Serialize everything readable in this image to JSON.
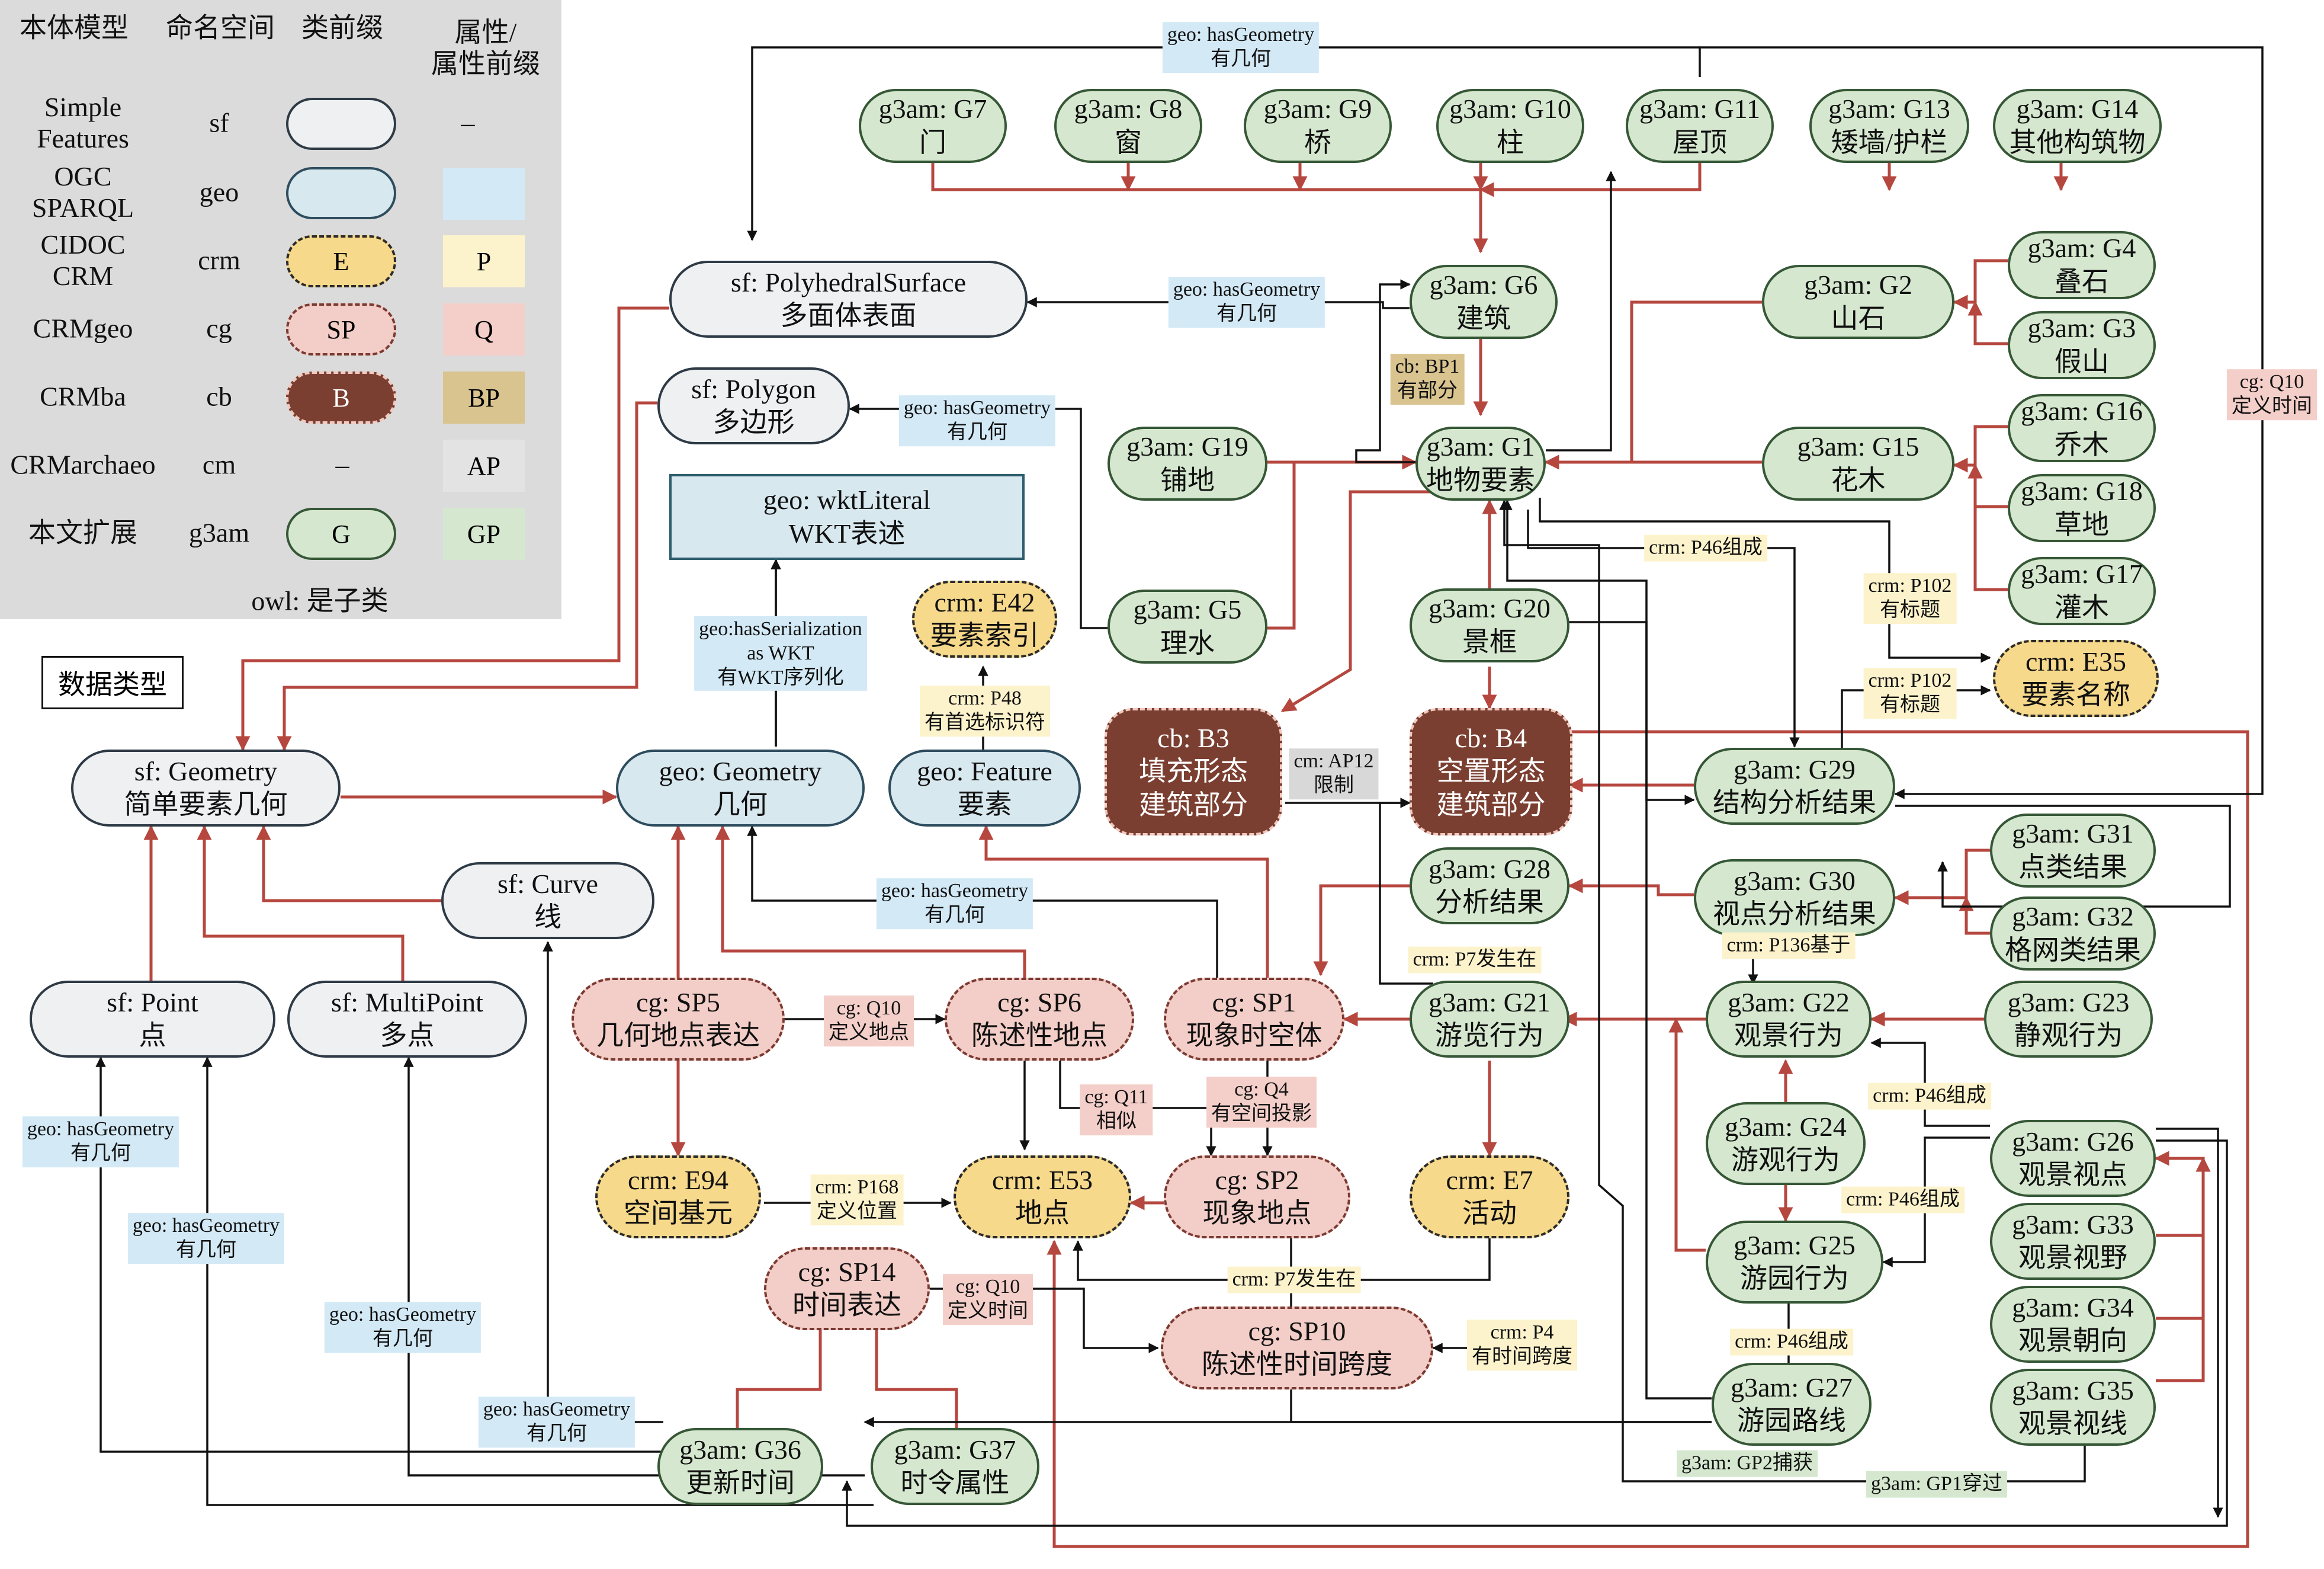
{
  "colors": {
    "subclass": "#b5473f",
    "link": "#111111",
    "sf_fill": "#eef0f2",
    "geo_fill": "#d8e8ef",
    "crm_fill": "#f7d98c",
    "cg_fill": "#f3cdc7",
    "g3am_fill": "#d5e8cf",
    "cb_fill": "#7b3f31"
  },
  "legend": {
    "headers": [
      "本体模型",
      "命名空间",
      "类前缀",
      "属性/\n属性前缀"
    ],
    "rows": [
      {
        "model": "Simple\nFeatures",
        "ns": "sf",
        "cls": "",
        "prop": "–"
      },
      {
        "model": "OGC\nSPARQL",
        "ns": "geo",
        "cls": "",
        "prop": ""
      },
      {
        "model": "CIDOC\nCRM",
        "ns": "crm",
        "cls": "E",
        "prop": "P"
      },
      {
        "model": "CRMgeo",
        "ns": "cg",
        "cls": "SP",
        "prop": "Q"
      },
      {
        "model": "CRMba",
        "ns": "cb",
        "cls": "B",
        "prop": "BP"
      },
      {
        "model": "CRMarchaeo",
        "ns": "cm",
        "cls": "–",
        "prop": "AP"
      },
      {
        "model": "本文扩展",
        "ns": "g3am",
        "cls": "G",
        "prop": "GP"
      }
    ],
    "arrow_label": "owl: 是子类"
  },
  "datatype_label": "数据类型",
  "nodes": {
    "G7": {
      "l1": "g3am: G7",
      "l2": "门"
    },
    "G8": {
      "l1": "g3am: G8",
      "l2": "窗"
    },
    "G9": {
      "l1": "g3am: G9",
      "l2": "桥"
    },
    "G10": {
      "l1": "g3am: G10",
      "l2": "柱"
    },
    "G11": {
      "l1": "g3am: G11",
      "l2": "屋顶"
    },
    "G13": {
      "l1": "g3am: G13",
      "l2": "矮墙/护栏"
    },
    "G14": {
      "l1": "g3am: G14",
      "l2": "其他构筑物"
    },
    "G4": {
      "l1": "g3am: G4",
      "l2": "叠石"
    },
    "G3": {
      "l1": "g3am: G3",
      "l2": "假山"
    },
    "G2": {
      "l1": "g3am: G2",
      "l2": "山石"
    },
    "G6": {
      "l1": "g3am: G6",
      "l2": "建筑"
    },
    "G16": {
      "l1": "g3am: G16",
      "l2": "乔木"
    },
    "G18": {
      "l1": "g3am: G18",
      "l2": "草地"
    },
    "G17": {
      "l1": "g3am: G17",
      "l2": "灌木"
    },
    "G15": {
      "l1": "g3am: G15",
      "l2": "花木"
    },
    "G1": {
      "l1": "g3am: G1",
      "l2": "地物要素"
    },
    "G19": {
      "l1": "g3am: G19",
      "l2": "铺地"
    },
    "G5": {
      "l1": "g3am: G5",
      "l2": "理水"
    },
    "G20": {
      "l1": "g3am: G20",
      "l2": "景框"
    },
    "E35": {
      "l1": "crm: E35",
      "l2": "要素名称"
    },
    "E42": {
      "l1": "crm: E42",
      "l2": "要素索引"
    },
    "PolySurf": {
      "l1": "sf: PolyhedralSurface",
      "l2": "多面体表面"
    },
    "Polygon": {
      "l1": "sf: Polygon",
      "l2": "多边形"
    },
    "wkt": {
      "l1": "geo: wktLiteral",
      "l2": "WKT表述"
    },
    "SfGeom": {
      "l1": "sf: Geometry",
      "l2": "简单要素几何"
    },
    "GeoGeom": {
      "l1": "geo: Geometry",
      "l2": "几何"
    },
    "GeoFeat": {
      "l1": "geo: Feature",
      "l2": "要素"
    },
    "B3": {
      "l1": "cb: B3",
      "l2": "填充形态",
      "l3": "建筑部分"
    },
    "B4": {
      "l1": "cb: B4",
      "l2": "空置形态",
      "l3": "建筑部分"
    },
    "G29": {
      "l1": "g3am: G29",
      "l2": "结构分析结果"
    },
    "G31": {
      "l1": "g3am: G31",
      "l2": "点类结果"
    },
    "G30": {
      "l1": "g3am: G30",
      "l2": "视点分析结果"
    },
    "G32": {
      "l1": "g3am: G32",
      "l2": "格网类结果"
    },
    "G28": {
      "l1": "g3am: G28",
      "l2": "分析结果"
    },
    "Curve": {
      "l1": "sf: Curve",
      "l2": "线"
    },
    "Point": {
      "l1": "sf: Point",
      "l2": "点"
    },
    "MultiPoint": {
      "l1": "sf: MultiPoint",
      "l2": "多点"
    },
    "SP5": {
      "l1": "cg: SP5",
      "l2": "几何地点表达"
    },
    "SP6": {
      "l1": "cg: SP6",
      "l2": "陈述性地点"
    },
    "SP1": {
      "l1": "cg: SP1",
      "l2": "现象时空体"
    },
    "G21": {
      "l1": "g3am: G21",
      "l2": "游览行为"
    },
    "G22": {
      "l1": "g3am: G22",
      "l2": "观景行为"
    },
    "G23": {
      "l1": "g3am: G23",
      "l2": "静观行为"
    },
    "E94": {
      "l1": "crm: E94",
      "l2": "空间基元"
    },
    "E53": {
      "l1": "crm: E53",
      "l2": "地点"
    },
    "SP2": {
      "l1": "cg: SP2",
      "l2": "现象地点"
    },
    "E7": {
      "l1": "crm: E7",
      "l2": "活动"
    },
    "G24": {
      "l1": "g3am: G24",
      "l2": "游观行为"
    },
    "G26": {
      "l1": "g3am: G26",
      "l2": "观景视点"
    },
    "G33": {
      "l1": "g3am: G33",
      "l2": "观景视野"
    },
    "G25": {
      "l1": "g3am: G25",
      "l2": "游园行为"
    },
    "G34": {
      "l1": "g3am: G34",
      "l2": "观景朝向"
    },
    "SP14": {
      "l1": "cg: SP14",
      "l2": "时间表达"
    },
    "SP10": {
      "l1": "cg: SP10",
      "l2": "陈述性时间跨度"
    },
    "G27": {
      "l1": "g3am: G27",
      "l2": "游园路线"
    },
    "G35": {
      "l1": "g3am: G35",
      "l2": "观景视线"
    },
    "G36": {
      "l1": "g3am: G36",
      "l2": "更新时间"
    },
    "G37": {
      "l1": "g3am: G37",
      "l2": "时令属性"
    }
  },
  "labels": {
    "hg_top": {
      "l1": "geo: hasGeometry",
      "l2": "有几何"
    },
    "hg_g6": {
      "l1": "geo: hasGeometry",
      "l2": "有几何"
    },
    "hg_g5": {
      "l1": "geo: hasGeometry",
      "l2": "有几何"
    },
    "bp1": {
      "l1": "cb: BP1",
      "l2": "有部分"
    },
    "p46_g1": {
      "l1": "crm: P46组成"
    },
    "p102_a": {
      "l1": "crm: P102",
      "l2": "有标题"
    },
    "p102_b": {
      "l1": "crm: P102",
      "l2": "有标题"
    },
    "q10_right": {
      "l1": "cg: Q10",
      "l2": "定义时间"
    },
    "hasser": {
      "l1": "geo:hasSerialization",
      "l2": "as WKT",
      "l3": "有WKT序列化"
    },
    "p48": {
      "l1": "crm: P48",
      "l2": "有首选标识符"
    },
    "ap12": {
      "l1": "cm: AP12",
      "l2": "限制"
    },
    "hg_sp1": {
      "l1": "geo: hasGeometry",
      "l2": "有几何"
    },
    "p7_g21": {
      "l1": "crm: P7发生在"
    },
    "p136": {
      "l1": "crm: P136基于"
    },
    "q10_sp6": {
      "l1": "cg: Q10",
      "l2": "定义地点"
    },
    "q4": {
      "l1": "cg: Q4",
      "l2": "有空间投影"
    },
    "q11": {
      "l1": "cg: Q11",
      "l2": "相似"
    },
    "p46_g26": {
      "l1": "crm: P46组成"
    },
    "p46_g25": {
      "l1": "crm: P46组成"
    },
    "hg_point": {
      "l1": "geo: hasGeometry",
      "l2": "有几何"
    },
    "hg_mp": {
      "l1": "geo: hasGeometry",
      "l2": "有几何"
    },
    "hg_e53": {
      "l1": "geo: hasGeometry",
      "l2": "有几何"
    },
    "p168": {
      "l1": "crm: P168",
      "l2": "定义位置"
    },
    "p7_e7": {
      "l1": "crm: P7发生在"
    },
    "q10_sp14": {
      "l1": "cg: Q10",
      "l2": "定义时间"
    },
    "p4": {
      "l1": "crm: P4",
      "l2": "有时间跨度"
    },
    "p46_g27": {
      "l1": "crm: P46组成"
    },
    "hg_curve": {
      "l1": "geo: hasGeometry",
      "l2": "有几何"
    },
    "gp2": {
      "l1": "g3am: GP2捕获"
    },
    "gp1": {
      "l1": "g3am: GP1穿过"
    }
  }
}
